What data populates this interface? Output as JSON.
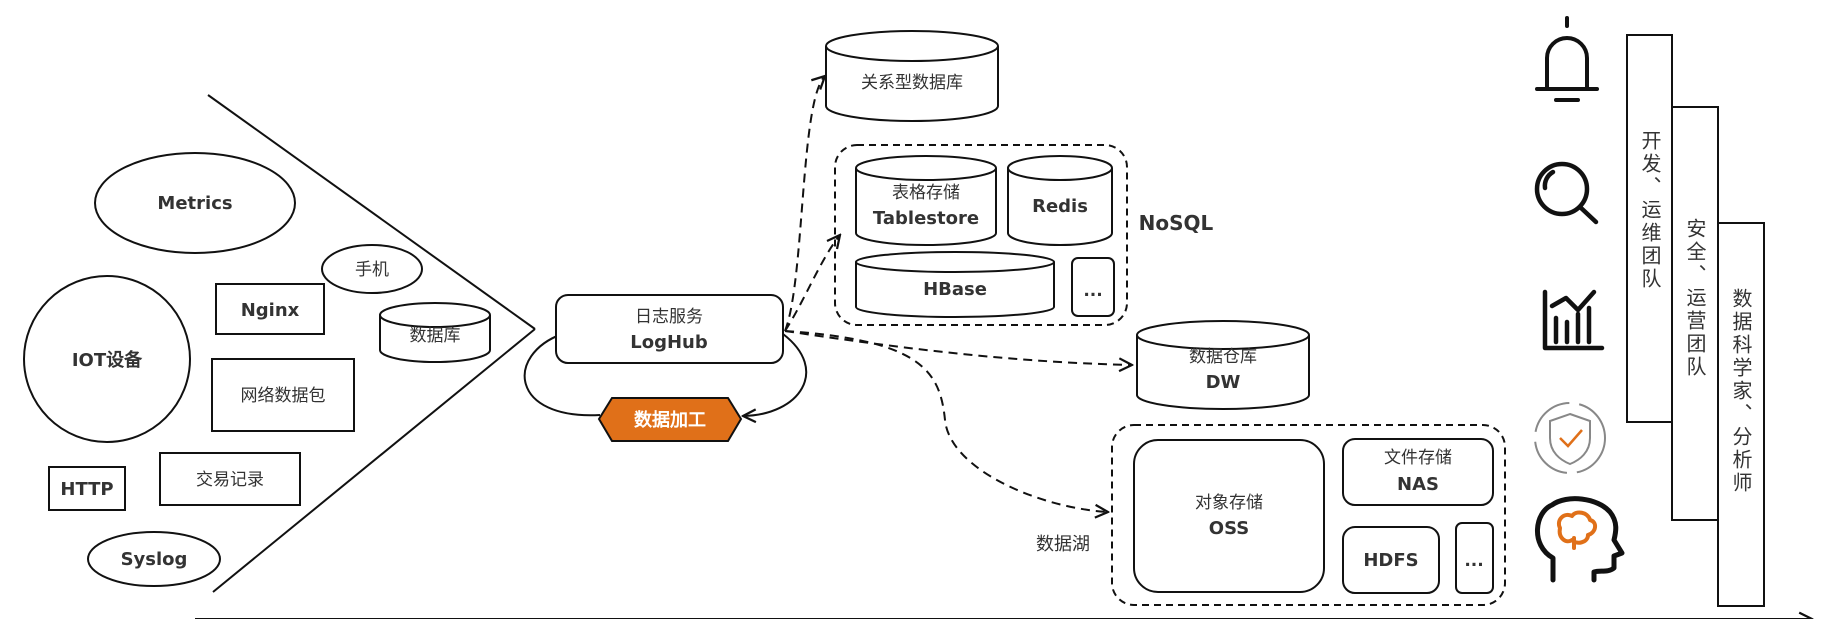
{
  "sources": {
    "metrics": "Metrics",
    "mobile": "手机",
    "nginx": "Nginx",
    "database": "数据库",
    "iot": "IOT设备",
    "packet": "网络数据包",
    "http": "HTTP",
    "transactions": "交易记录",
    "syslog": "Syslog"
  },
  "loghub": {
    "line1": "日志服务",
    "line2": "LogHub"
  },
  "processing": "数据加工",
  "targets": {
    "relational_db": "关系型数据库",
    "tablestore_line1": "表格存储",
    "tablestore_line2": "Tablestore",
    "redis": "Redis",
    "hbase": "HBase",
    "nosql_more": "...",
    "nosql_label": "NoSQL",
    "dw_line1": "数据仓库",
    "dw_line2": "DW",
    "oss_line1": "对象存储",
    "oss_line2": "OSS",
    "nas_line1": "文件存储",
    "nas_line2": "NAS",
    "hdfs": "HDFS",
    "lake_more": "...",
    "lake_label": "数据湖"
  },
  "teams": {
    "devops": "开发、运维团队",
    "secops": "安全、运营团队",
    "analysts": "数据科学家、分析师"
  },
  "icons": [
    "bell-icon",
    "search-icon",
    "bar-chart-icon",
    "shield-check-icon",
    "head-brain-icon"
  ],
  "colors": {
    "accent": "#E07019",
    "stroke": "#111111",
    "text": "#333333"
  }
}
